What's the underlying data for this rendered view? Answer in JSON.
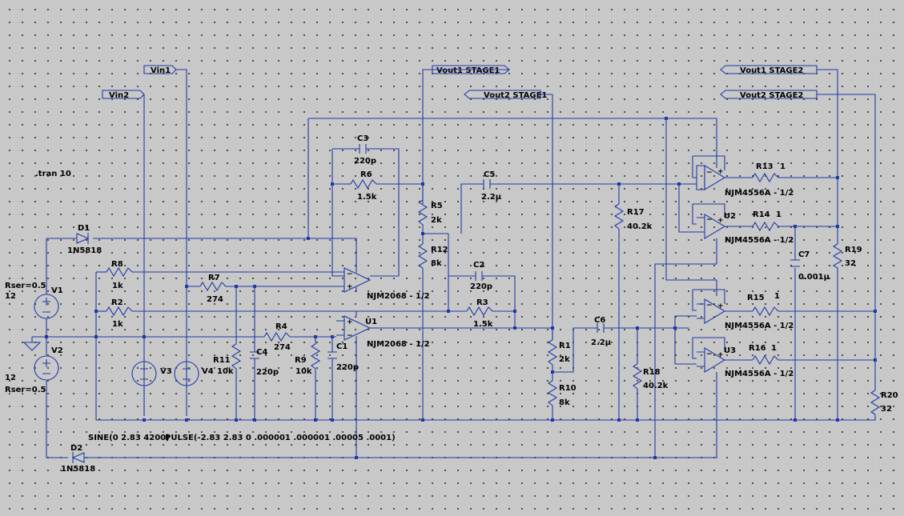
{
  "directive": ".tran 10",
  "sources_note": {
    "v3_function": "SINE(0 2.83 4200)",
    "v4_function": "PULSE(-2.83 2.83 0 .000001 .000001 .00005 .0001)"
  },
  "net_labels": {
    "vin1": "Vin1",
    "vin2": "Vin2",
    "vout1_stage1": "Vout1 STAGE1",
    "vout2_stage1": "Vout2 STAGE1",
    "vout1_stage2": "Vout1 STAGE2",
    "vout2_stage2": "Vout2 STAGE2"
  },
  "components": {
    "D1": {
      "name": "D1",
      "value": "1N5818"
    },
    "D2": {
      "name": "D2",
      "value": "1N5818"
    },
    "V1": {
      "name": "V1",
      "value": "12",
      "extra": "Rser=0.5"
    },
    "V2": {
      "name": "V2",
      "value": "12",
      "extra": "Rser=0.5"
    },
    "V3": {
      "name": "V3"
    },
    "V4": {
      "name": "V4"
    },
    "R1": {
      "name": "R1",
      "value": "2k"
    },
    "R2": {
      "name": "R2",
      "value": "1k"
    },
    "R3": {
      "name": "R3",
      "value": "1.5k"
    },
    "R4": {
      "name": "R4",
      "value": "274"
    },
    "R5": {
      "name": "R5",
      "value": "2k"
    },
    "R6": {
      "name": "R6",
      "value": "1.5k"
    },
    "R7": {
      "name": "R7",
      "value": "274"
    },
    "R8": {
      "name": "R8",
      "value": "1k"
    },
    "R9": {
      "name": "R9",
      "value": "10k"
    },
    "R10": {
      "name": "R10",
      "value": "8k"
    },
    "R11": {
      "name": "R11",
      "value": "10k"
    },
    "R12": {
      "name": "R12",
      "value": "8k"
    },
    "R13": {
      "name": "R13",
      "value": "1"
    },
    "R14": {
      "name": "R14",
      "value": "1"
    },
    "R15": {
      "name": "R15",
      "value": "1"
    },
    "R16": {
      "name": "R16",
      "value": "1"
    },
    "R17": {
      "name": "R17",
      "value": "40.2k"
    },
    "R18": {
      "name": "R18",
      "value": "40.2k"
    },
    "R19": {
      "name": "R19",
      "value": "32"
    },
    "R20": {
      "name": "R20",
      "value": "32"
    },
    "C1": {
      "name": "C1",
      "value": "220p"
    },
    "C2": {
      "name": "C2",
      "value": "220p"
    },
    "C3": {
      "name": "C3",
      "value": "220p"
    },
    "C4": {
      "name": "C4",
      "value": "220p"
    },
    "C5": {
      "name": "C5",
      "value": "2.2µ"
    },
    "C6": {
      "name": "C6",
      "value": "2.2µ"
    },
    "C7": {
      "name": "C7",
      "value": "0.001µ"
    },
    "U1": {
      "name": "U1",
      "model_a": "NJM2068 - 1/2",
      "model_b": "NJM2068 - 1/2"
    },
    "U2": {
      "name": "U2",
      "model_a": "NJM4556A - 1/2",
      "model_b": "NJM4556A - 1/2"
    },
    "U3": {
      "name": "U3",
      "model_a": "NJM4556A - 1/2",
      "model_b": "NJM4556A - 1/2"
    }
  },
  "colors": {
    "wire": "#1f3aa8",
    "background": "#c8c8c8",
    "text": "#000000"
  }
}
